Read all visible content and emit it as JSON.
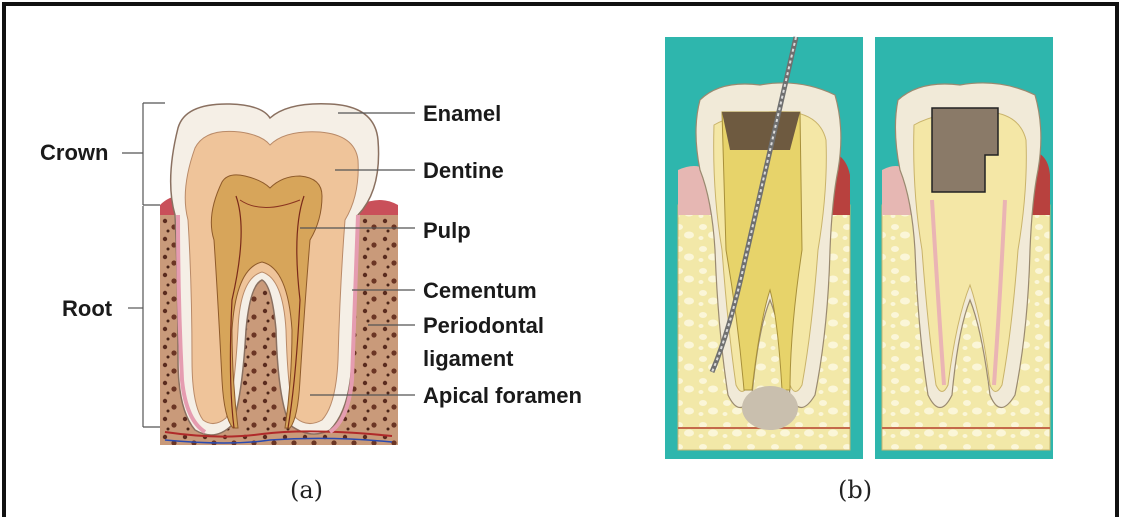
{
  "panel_a": {
    "labels": {
      "crown": "Crown",
      "root": "Root",
      "enamel": "Enamel",
      "dentine": "Dentine",
      "pulp": "Pulp",
      "cementum": "Cementum",
      "periodontal_1": "Periodontal",
      "periodontal_2": "ligament",
      "apical_foramen": "Apical foramen"
    },
    "caption": "(a)"
  },
  "panel_b": {
    "caption": "(b)"
  },
  "colors": {
    "teal_background": "#2eb6ad",
    "bone": "#f0e6a0",
    "dentine": "#f4e7a6",
    "enamel": "#eeeae0",
    "pulp": "#eddc78",
    "gum": "#e6b7b3",
    "filling": "#8a7a68"
  }
}
